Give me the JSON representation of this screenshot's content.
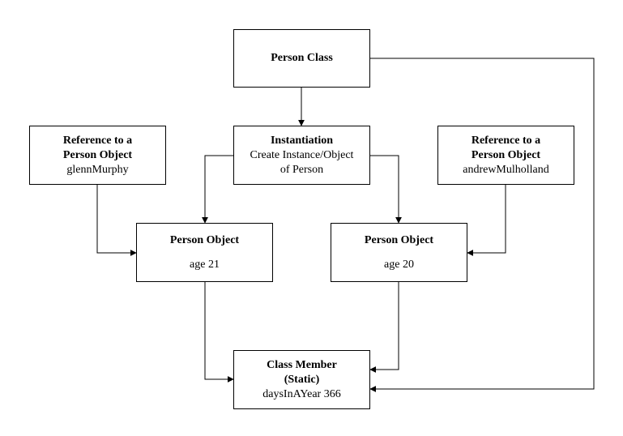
{
  "diagram": {
    "person_class": {
      "title": "Person Class"
    },
    "instantiation": {
      "title": "Instantiation",
      "line1": "Create Instance/Object",
      "line2": "of Person"
    },
    "ref_left": {
      "line1": "Reference to a",
      "line2": "Person Object",
      "name": "glennMurphy"
    },
    "ref_right": {
      "line1": "Reference to a",
      "line2": "Person Object",
      "name": "andrewMulholland"
    },
    "object_left": {
      "title": "Person Object",
      "attr": "age 21"
    },
    "object_right": {
      "title": "Person Object",
      "attr": "age 20"
    },
    "class_member": {
      "line1": "Class Member",
      "line2": "(Static)",
      "attr": "daysInAYear 366"
    }
  }
}
